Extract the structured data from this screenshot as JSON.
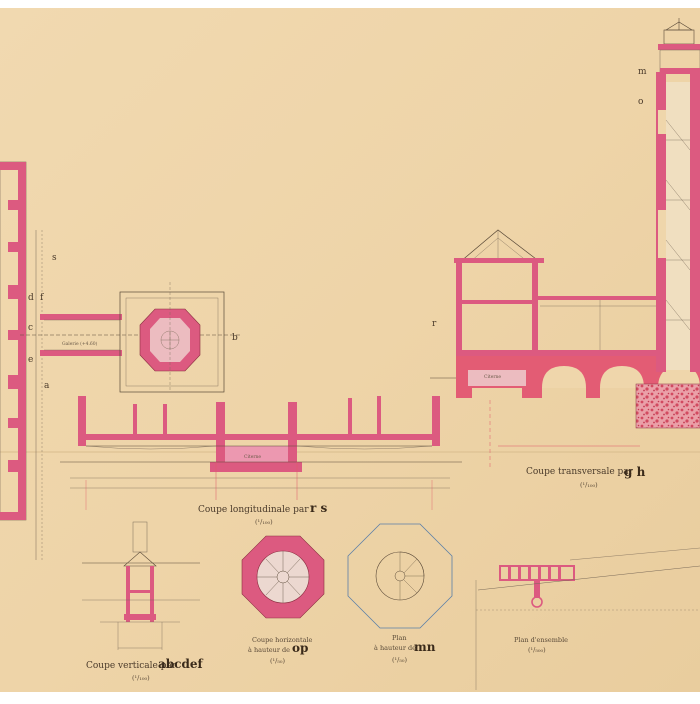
{
  "colors": {
    "paper": "#efd6ab",
    "wall": "#dc5a80",
    "wall_light": "#ec98b0",
    "ink": "#6a5a48",
    "ink_dark": "#3f2f20",
    "masonry": "#e35c74",
    "red_line": "#e05868",
    "blue_line": "#5a7fa8"
  },
  "labels": {
    "longitudinal": {
      "title": "Coupe longitudinale par",
      "letters": "r s",
      "scale": "(¹/₁₀₀)"
    },
    "transversal": {
      "title": "Coupe transversale par",
      "letters": "g h",
      "scale": "(¹/₁₀₀)"
    },
    "vertical": {
      "title": "Coupe verticale par",
      "letters": "abcdef",
      "scale": "(¹/₁₀₀)"
    },
    "horizontal": {
      "line1": "Coupe horizontale",
      "line2": "à hauteur de",
      "letters": "op",
      "scale": "(¹/₅₀)"
    },
    "plan": {
      "line1": "Plan",
      "line2": "à hauteur de",
      "letters": "mn",
      "scale": "(¹/₅₀)"
    },
    "ensemble": {
      "line1": "Plan d'ensemble",
      "scale": "(¹/₅₀₀)"
    },
    "galerie": "Galerie (+4.60)",
    "citerne": "Citerne",
    "letter_b": "b",
    "letter_r": "r",
    "letter_m": "m",
    "letter_o": "o",
    "letter_a": "a",
    "letter_c": "c",
    "letter_e": "e",
    "letter_d": "d",
    "letter_f": "f",
    "letter_s": "s"
  }
}
